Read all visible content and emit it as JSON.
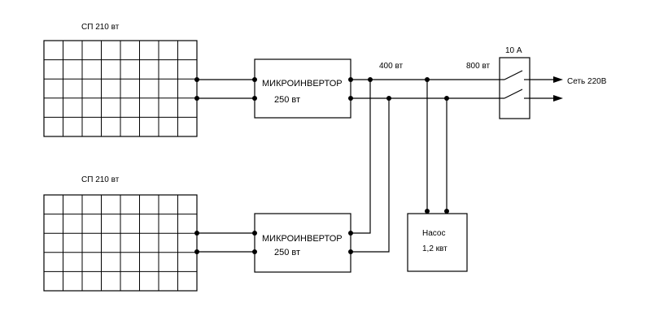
{
  "panels": [
    {
      "label": "СП 210 вт"
    },
    {
      "label": "СП 210 вт"
    }
  ],
  "inverters": [
    {
      "title": "МИКРОИНВЕРТОР",
      "power": "250 вт"
    },
    {
      "title": "МИКРОИНВЕРТОР",
      "power": "250 вт"
    }
  ],
  "bus": {
    "power_after_inverters": "400 вт",
    "power_total": "800 вт"
  },
  "breaker": {
    "rating": "10 А"
  },
  "output": {
    "label": "Сеть 220В"
  },
  "pump": {
    "title": "Насос",
    "power": "1,2 квт"
  }
}
